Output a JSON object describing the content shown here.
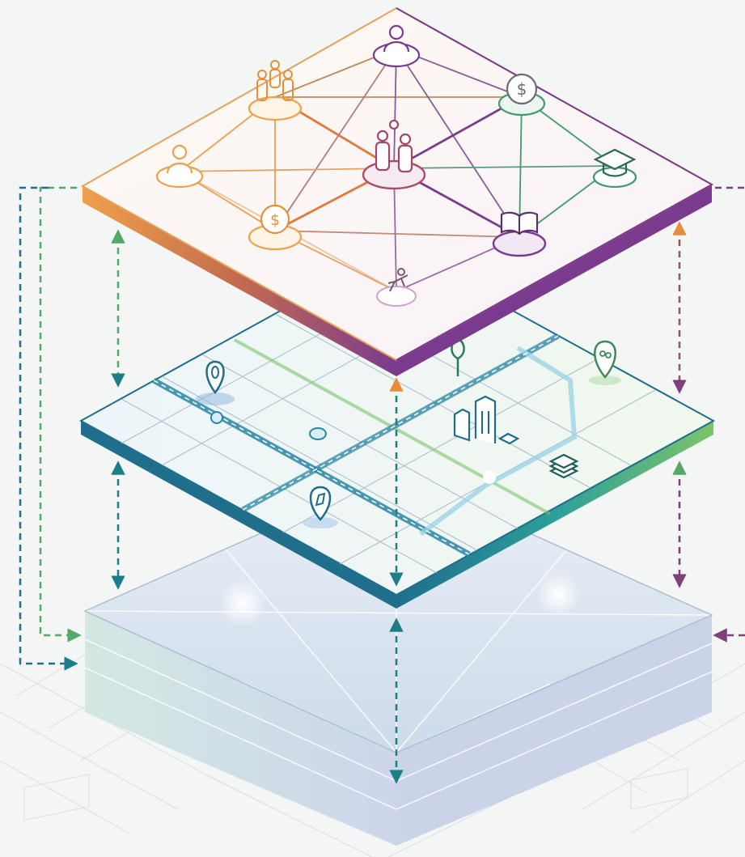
{
  "colors": {
    "background": "#f4f6f5",
    "social_orange": "#f0a04b",
    "social_purple": "#7a3b8f",
    "social_green": "#3f9a6e",
    "map_blue": "#1f6e8c",
    "map_green": "#7cc46a",
    "base_glass": "#c9d6e6",
    "arrow_teal": "#1d7f86",
    "arrow_green": "#54a869",
    "arrow_orange": "#e58d3c",
    "arrow_purple": "#7e3f7a"
  },
  "layers": [
    {
      "id": "social-network-layer",
      "nodes": [
        {
          "id": "person-top",
          "icon": "person-icon"
        },
        {
          "id": "group-left",
          "icon": "group-icon"
        },
        {
          "id": "money-right",
          "icon": "dollar-icon"
        },
        {
          "id": "person-left",
          "icon": "person-icon"
        },
        {
          "id": "group-center",
          "icon": "group-icon"
        },
        {
          "id": "graduation",
          "icon": "graduation-cap-icon"
        },
        {
          "id": "money-left",
          "icon": "dollar-icon"
        },
        {
          "id": "book",
          "icon": "book-icon"
        },
        {
          "id": "activity",
          "icon": "runner-icon"
        }
      ]
    },
    {
      "id": "urban-map-layer",
      "markers": [
        "location-pin-icon",
        "tree-icon",
        "park-pin-icon",
        "building-icon",
        "layers-icon"
      ]
    },
    {
      "id": "physical-base-layer"
    }
  ]
}
